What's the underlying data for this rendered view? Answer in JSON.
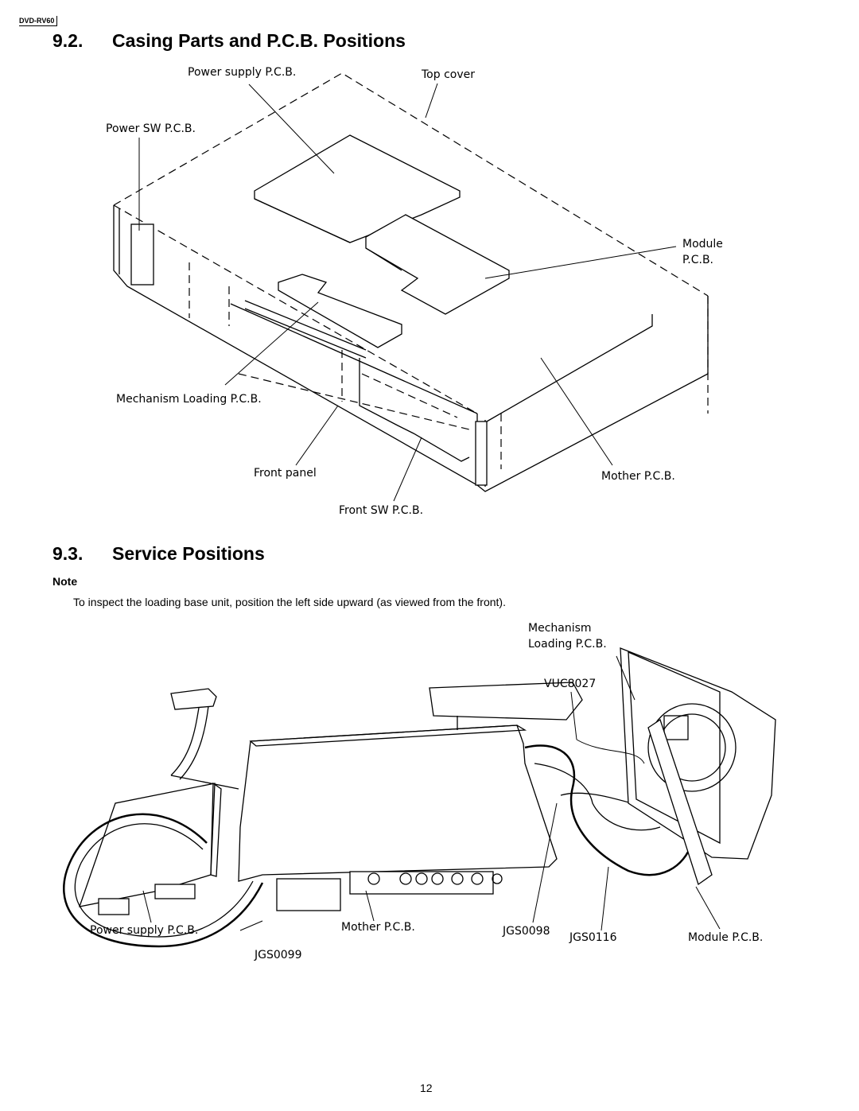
{
  "header": {
    "model": "DVD-RV60"
  },
  "section1": {
    "number": "9.2.",
    "title": "Casing Parts and P.C.B. Positions",
    "figure_labels": {
      "power_supply_pcb": "Power supply P.C.B.",
      "top_cover": "Top cover",
      "power_sw_pcb": "Power SW P.C.B.",
      "module_pcb_line1": "Module",
      "module_pcb_line2": "P.C.B.",
      "mechanism_loading_pcb": "Mechanism Loading P.C.B.",
      "front_panel": "Front panel",
      "mother_pcb": "Mother P.C.B.",
      "front_sw_pcb": "Front SW P.C.B."
    }
  },
  "section2": {
    "number": "9.3.",
    "title": "Service Positions",
    "note_label": "Note",
    "note_text": "To inspect the loading base unit, position the left side upward (as viewed from the front).",
    "figure_labels": {
      "mechanism_line1": "Mechanism",
      "mechanism_line2": "Loading P.C.B.",
      "vuc8027": "VUC8027",
      "power_supply_pcb": "Power supply P.C.B.",
      "mother_pcb": "Mother P.C.B.",
      "jgs0098": "JGS0098",
      "jgs0116": "JGS0116",
      "module_pcb": "Module P.C.B.",
      "jgs0099": "JGS0099"
    }
  },
  "footer": {
    "page_number": "12"
  }
}
